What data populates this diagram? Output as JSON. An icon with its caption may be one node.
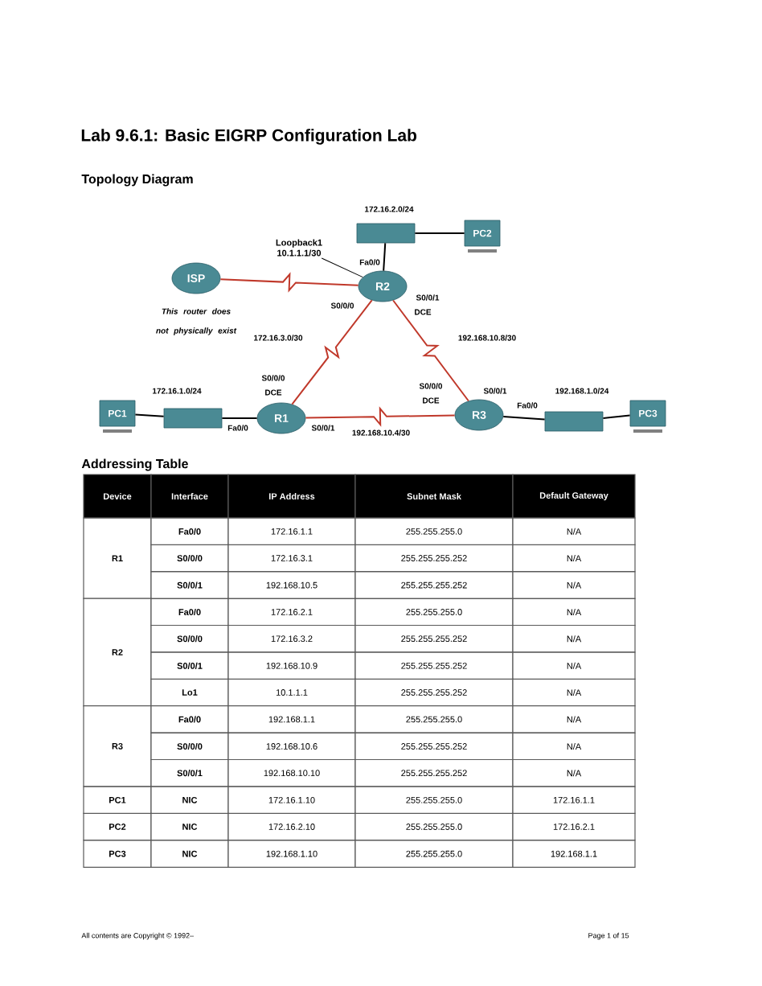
{
  "diagram": {
    "title": "Lab 9.6.1: Basic EIGRP Configuration Lab",
    "nodes": [
      {
        "text": [
          "ISP"
        ],
        "beside": [
          "This router does not physically exist"
        ]
      },
      {
        "text": [
          "R2"
        ]
      },
      {
        "text": [],
        "shape": "box"
      },
      {
        "text": [
          "PC2"
        ]
      },
      {
        "text": [
          "PC1"
        ]
      },
      {
        "text": [],
        "shape": "box"
      },
      {
        "text": [
          "R1"
        ]
      },
      {
        "text": [
          "R3"
        ]
      },
      {
        "text": [],
        "shape": "box"
      },
      {
        "text": [
          "PC3"
        ]
      },
      {
        "text": [
          "Loopback1 10.1.1.1/30"
        ]
      }
    ],
    "edges": [
      {
        "from": 0,
        "to": 1,
        "arrow": "none",
        "color": "#c0392b"
      },
      {
        "from": 2,
        "to": 1,
        "arrow": "none"
      },
      {
        "from": 2,
        "to": 3,
        "arrow": "none"
      },
      {
        "from": 1,
        "to": 6,
        "arrow": "none",
        "color": "#c0392b",
        "label": "172.16.3.0/30"
      },
      {
        "from": 1,
        "to": 7,
        "arrow": "none",
        "color": "#c0392b",
        "label": "192.168.10.8/30"
      },
      {
        "from": 4,
        "to": 5,
        "arrow": "none"
      },
      {
        "from": 5,
        "to": 6,
        "arrow": "none"
      },
      {
        "from": 6,
        "to": 7,
        "arrow": "none",
        "color": "#c0392b",
        "label": "192.168.10.4/30"
      },
      {
        "from": 7,
        "to": 8,
        "arrow": "none"
      },
      {
        "from": 8,
        "to": 9,
        "arrow": "none"
      },
      {
        "from": 10,
        "to": 1,
        "arrow": "none"
      }
    ],
    "labels": [
      "Topology Diagram",
      "172.16.2.0/24",
      "Fa0/0",
      "S0/0/0",
      "S0/0/1",
      "DCE",
      "172.16.1.0/24",
      "S0/0/0",
      "DCE",
      "S0/0/1",
      "192.168.1.0/24",
      "S0/0/0",
      "DCE",
      "Fa0/0",
      "S0/0/1",
      "Fa0/0",
      "Addressing Table",
      "Device",
      "Interface",
      "IP Address",
      "Subnet Mask",
      "Default Gateway",
      "R1",
      "Fa0/0",
      "172.16.1.1",
      "255.255.255.0",
      "N/A",
      "S0/0/0",
      "172.16.3.1",
      "255.255.255.252",
      "N/A",
      "S0/0/1",
      "192.168.10.5",
      "255.255.255.252",
      "N/A",
      "R2",
      "Fa0/0",
      "172.16.2.1",
      "255.255.255.0",
      "N/A",
      "S0/0/0",
      "172.16.3.2",
      "255.255.255.252",
      "N/A",
      "S0/0/1",
      "192.168.10.9",
      "255.255.255.252",
      "N/A",
      "Lo1",
      "10.1.1.1",
      "255.255.255.252",
      "N/A",
      "R3",
      "Fa0/0",
      "192.168.1.1",
      "255.255.255.0",
      "N/A",
      "S0/0/0",
      "192.168.10.6",
      "255.255.255.252",
      "N/A",
      "S0/0/1",
      "192.168.10.10",
      "255.255.255.252",
      "N/A",
      "PC1",
      "NIC",
      "172.16.1.10",
      "255.255.255.0",
      "172.16.1.1",
      "PC2",
      "NIC",
      "172.16.2.10",
      "255.255.255.0",
      "172.16.2.1",
      "PC3",
      "NIC",
      "192.168.1.10",
      "255.255.255.0",
      "192.168.1.1",
      "All contents are Copyright © 1992–",
      "Page 1 of 15"
    ]
  }
}
